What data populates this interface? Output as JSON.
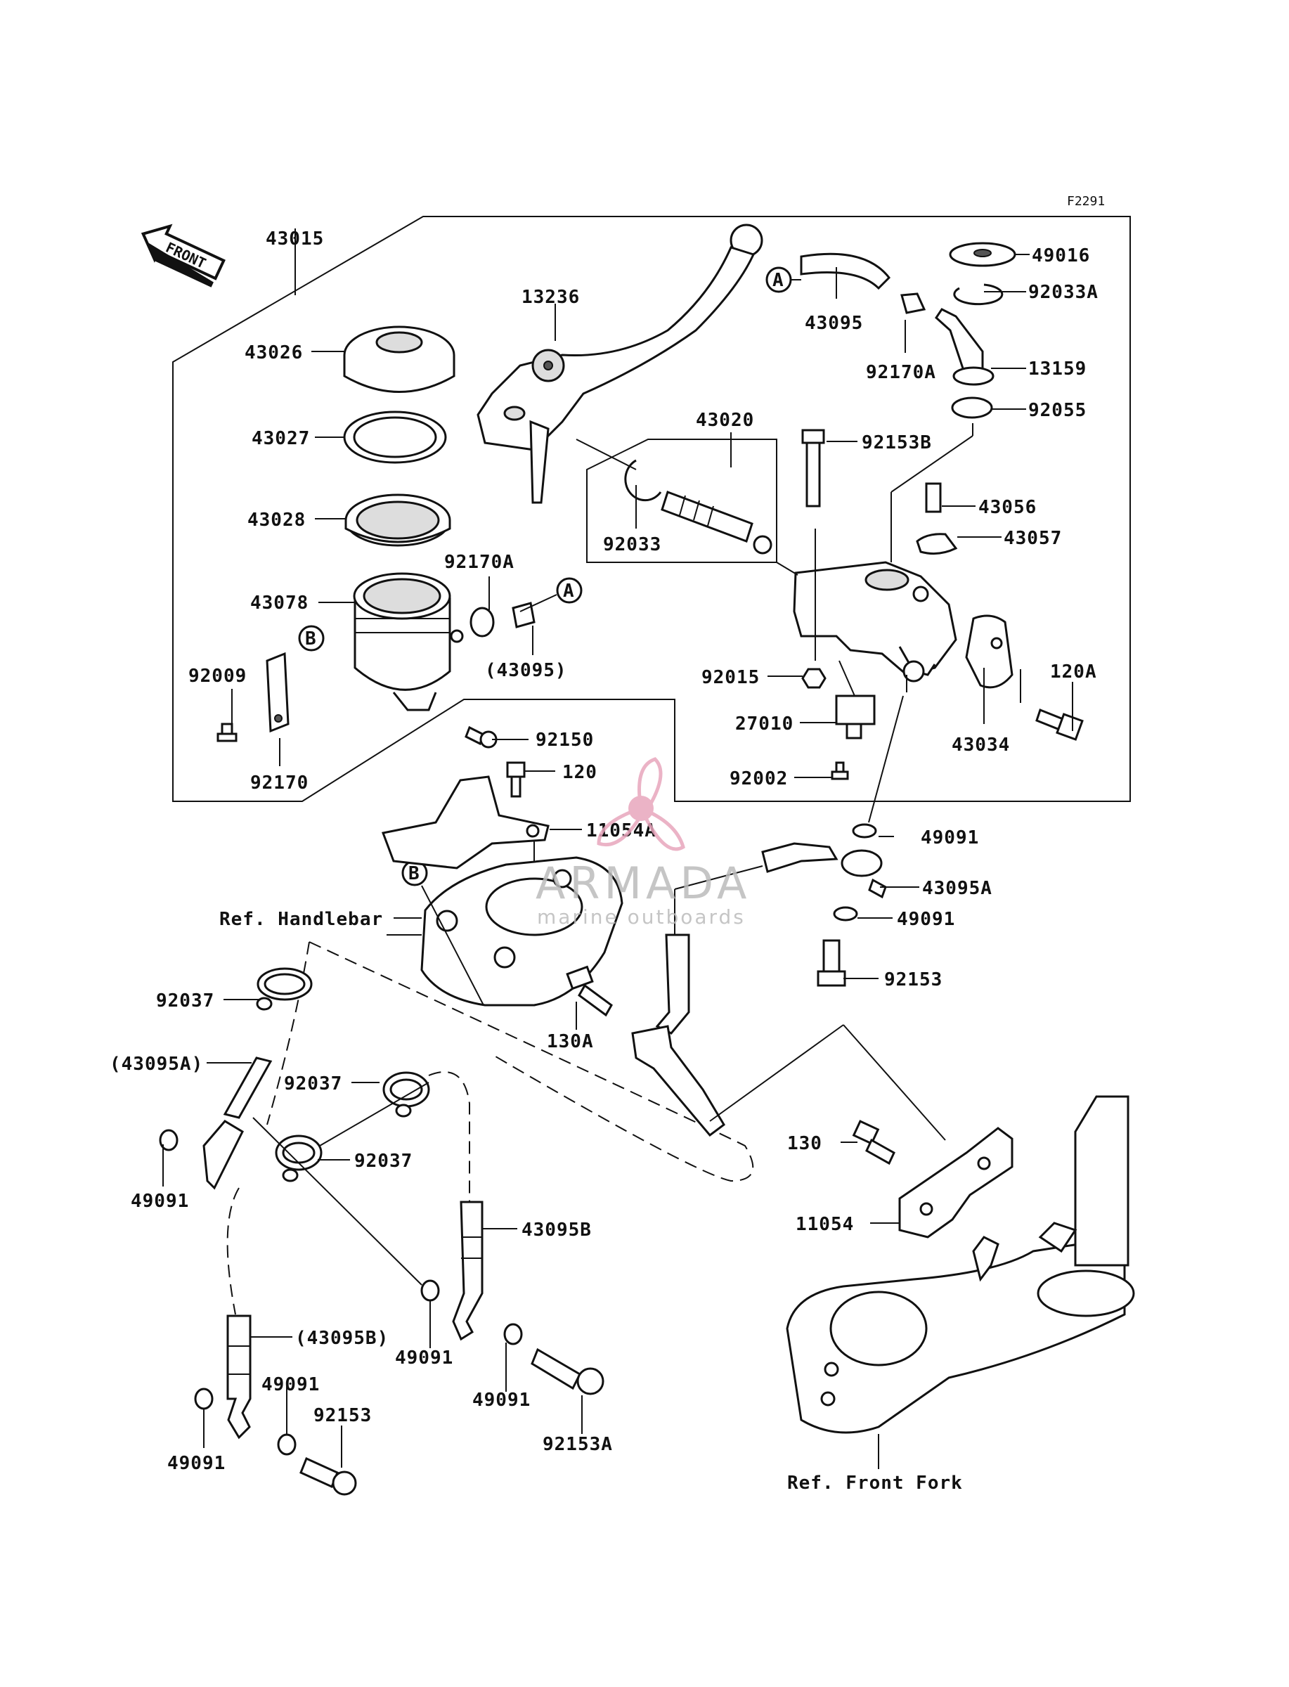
{
  "figure_code": "F2291",
  "front_marker": "FRONT",
  "references": {
    "handlebar": "Ref. Handlebar",
    "front_fork": "Ref. Front Fork"
  },
  "callout_letters": {
    "a": "A",
    "b": "B"
  },
  "watermark": {
    "brand": "ARMADA",
    "tagline": "marine outboards",
    "color": "#e8a6bd"
  },
  "part_labels": {
    "p43015": "43015",
    "p13236": "13236",
    "p43095": "43095",
    "p49016": "49016",
    "p92033A": "92033A",
    "p43026": "43026",
    "p92170A_top": "92170A",
    "p13159": "13159",
    "p92055": "92055",
    "p43027": "43027",
    "p43020": "43020",
    "p92153B": "92153B",
    "p43028": "43028",
    "p43056": "43056",
    "p92033": "92033",
    "p43057": "43057",
    "p92170A_mid": "92170A",
    "p43078": "43078",
    "p43095_ref": "(43095)",
    "p92015": "92015",
    "p120A": "120A",
    "p92009": "92009",
    "p27010": "27010",
    "p43034": "43034",
    "p92150": "92150",
    "p92170": "92170",
    "p120": "120",
    "p92002": "92002",
    "p11054A": "11054A",
    "p49091_a": "49091",
    "p43095A": "43095A",
    "p49091_b": "49091",
    "p92153_a": "92153",
    "p92037_a": "92037",
    "p130A": "130A",
    "p43095A_ref": "(43095A)",
    "p92037_b": "92037",
    "p92037_c": "92037",
    "p130": "130",
    "p49091_c": "49091",
    "p11054": "11054",
    "p43095B": "43095B",
    "p49091_d": "49091",
    "p43095B_ref": "(43095B)",
    "p49091_e": "49091",
    "p49091_f": "49091",
    "p92153_b": "92153",
    "p92153A": "92153A",
    "p49091_g": "49091"
  }
}
